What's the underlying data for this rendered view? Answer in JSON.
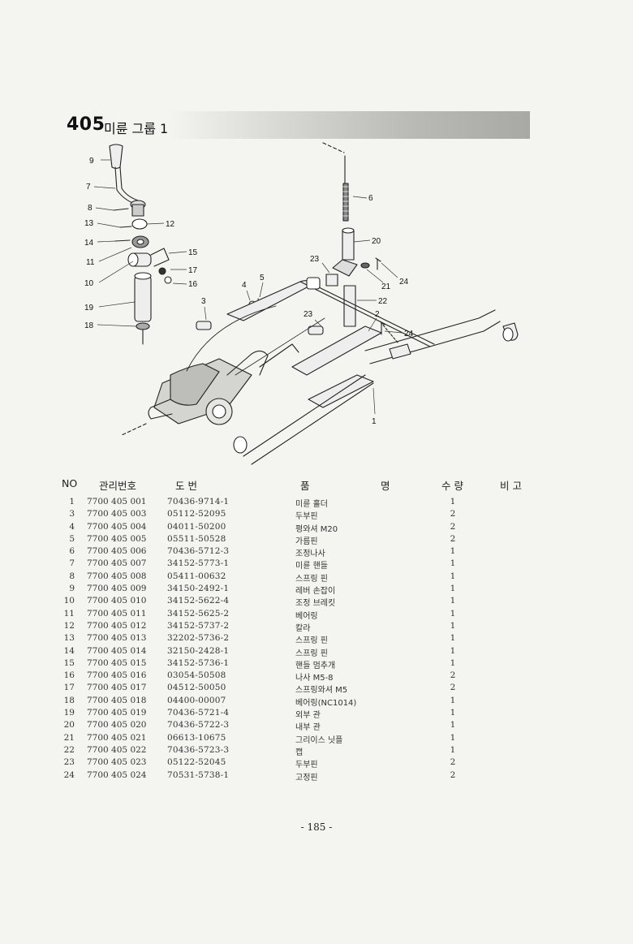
{
  "header": {
    "number": "405",
    "title": "미륜 그룹 1"
  },
  "diagram": {
    "callouts": [
      "9",
      "7",
      "8",
      "13",
      "12",
      "14",
      "11",
      "15",
      "10",
      "17",
      "16",
      "19",
      "18",
      "3",
      "4",
      "5",
      "6",
      "20",
      "23",
      "21",
      "24",
      "22",
      "23",
      "2",
      "24",
      "1"
    ]
  },
  "table": {
    "headers": {
      "no": "NO",
      "mgmt": "관리번호",
      "drawing": "도    번",
      "name_1": "품",
      "name_2": "명",
      "qty": "수 량",
      "note": "비 고"
    },
    "rows": [
      {
        "no": "1",
        "mgmt": "7700 405 001",
        "drawing": "70436-9714-1",
        "name": "미륜 홀더",
        "qty": "1"
      },
      {
        "no": "3",
        "mgmt": "7700 405 003",
        "drawing": "05112-52095",
        "name": "두부핀",
        "qty": "2"
      },
      {
        "no": "4",
        "mgmt": "7700 405 004",
        "drawing": "04011-50200",
        "name": "평와셔 M20",
        "qty": "2"
      },
      {
        "no": "5",
        "mgmt": "7700 405 005",
        "drawing": "05511-50528",
        "name": "가름핀",
        "qty": "2"
      },
      {
        "no": "6",
        "mgmt": "7700 405 006",
        "drawing": "70436-5712-3",
        "name": "조정나사",
        "qty": "1"
      },
      {
        "no": "7",
        "mgmt": "7700 405 007",
        "drawing": "34152-5773-1",
        "name": "미륜 핸들",
        "qty": "1"
      },
      {
        "no": "8",
        "mgmt": "7700 405 008",
        "drawing": "05411-00632",
        "name": "스프링 핀",
        "qty": "1"
      },
      {
        "no": "9",
        "mgmt": "7700 405 009",
        "drawing": "34150-2492-1",
        "name": "레버 손잡이",
        "qty": "1"
      },
      {
        "no": "10",
        "mgmt": "7700 405 010",
        "drawing": "34152-5622-4",
        "name": "조정 브레킷",
        "qty": "1"
      },
      {
        "no": "11",
        "mgmt": "7700 405 011",
        "drawing": "34152-5625-2",
        "name": "베어링",
        "qty": "1"
      },
      {
        "no": "12",
        "mgmt": "7700 405 012",
        "drawing": "34152-5737-2",
        "name": "칼라",
        "qty": "1"
      },
      {
        "no": "13",
        "mgmt": "7700 405 013",
        "drawing": "32202-5736-2",
        "name": "스프링 핀",
        "qty": "1"
      },
      {
        "no": "14",
        "mgmt": "7700 405 014",
        "drawing": "32150-2428-1",
        "name": "스프링 핀",
        "qty": "1"
      },
      {
        "no": "15",
        "mgmt": "7700 405 015",
        "drawing": "34152-5736-1",
        "name": "핸들 멈추개",
        "qty": "1"
      },
      {
        "no": "16",
        "mgmt": "7700 405 016",
        "drawing": "03054-50508",
        "name": "나사 M5-8",
        "qty": "2"
      },
      {
        "no": "17",
        "mgmt": "7700 405 017",
        "drawing": "04512-50050",
        "name": "스프링와셔 M5",
        "qty": "2"
      },
      {
        "no": "18",
        "mgmt": "7700 405 018",
        "drawing": "04400-00007",
        "name": "베어링(NC1014)",
        "qty": "1"
      },
      {
        "no": "19",
        "mgmt": "7700 405 019",
        "drawing": "70436-5721-4",
        "name": "외부 관",
        "qty": "1"
      },
      {
        "no": "20",
        "mgmt": "7700 405 020",
        "drawing": "70436-5722-3",
        "name": "내부 관",
        "qty": "1"
      },
      {
        "no": "21",
        "mgmt": "7700 405 021",
        "drawing": "06613-10675",
        "name": "그리이스 닛플",
        "qty": "1"
      },
      {
        "no": "22",
        "mgmt": "7700 405 022",
        "drawing": "70436-5723-3",
        "name": "캡",
        "qty": "1"
      },
      {
        "no": "23",
        "mgmt": "7700 405 023",
        "drawing": "05122-52045",
        "name": "두부핀",
        "qty": "2"
      },
      {
        "no": "24",
        "mgmt": "7700 405 024",
        "drawing": "70531-5738-1",
        "name": "고정핀",
        "qty": "2"
      }
    ]
  },
  "footer": {
    "page_number": "- 185 -"
  }
}
